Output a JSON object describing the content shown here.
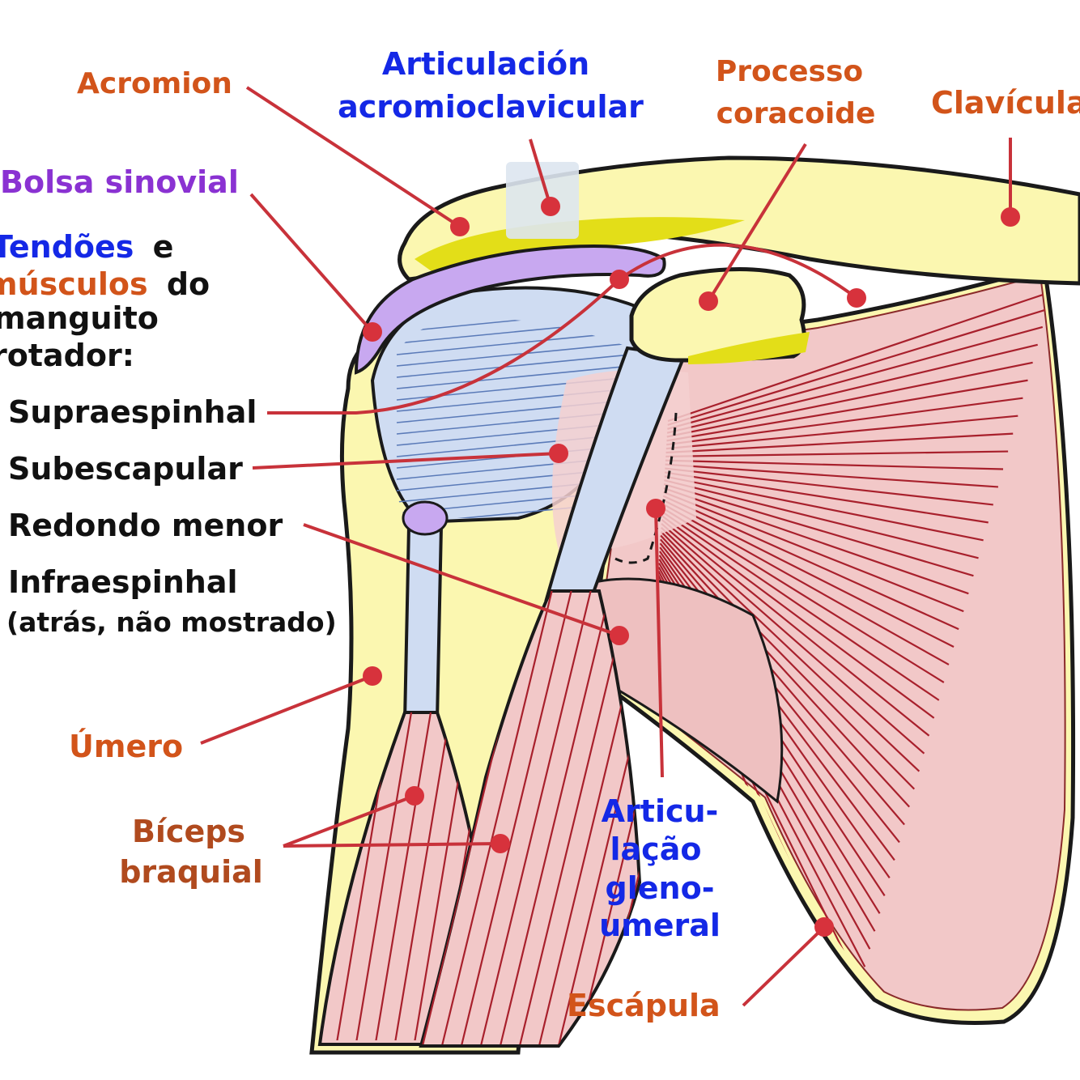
{
  "colors": {
    "bone": "#fbf7b0",
    "bone_outline": "#1a1a1a",
    "cartilage": "#e3de18",
    "bursa": "#c8a8f0",
    "tendon": "#cfdcf2",
    "muscle": "#f2c8c8",
    "muscle_line": "#a8202c",
    "leader": "#c8323a",
    "label_orange": "#d2541a",
    "label_blue": "#1428e6",
    "label_purple": "#8a32d2",
    "label_black": "#111111",
    "label_brown": "#b04a1e"
  },
  "labels": {
    "acromion": "Acromion",
    "acj_line1": "Articulación",
    "acj_line2": "acromioclavicular",
    "coracoid_line1": "Processo",
    "coracoid_line2": "coracoide",
    "clavicle": "Clavícula",
    "bursa": "Bolsa sinovial",
    "cuff_tendons": "Tendões",
    "cuff_e": "e",
    "cuff_muscles": "músculos",
    "cuff_do": "do",
    "cuff_line3": "manguito",
    "cuff_line4": "rotador:",
    "supraspinatus": "Supraespinhal",
    "subscapularis": "Subescapular",
    "teres_minor": "Redondo menor",
    "infraspinatus": "Infraespinhal",
    "infraspinatus_note": "(atrás, não mostrado)",
    "humerus": "Úmero",
    "biceps_line1": "Bíceps",
    "biceps_line2": "braquial",
    "gh_line1": "Articu-",
    "gh_line2": "lação",
    "gh_line3": "gleno-",
    "gh_line4": "umeral",
    "scapula": "Escápula"
  },
  "icons": {
    "frame": "shoulder-anatomy-illustration"
  }
}
